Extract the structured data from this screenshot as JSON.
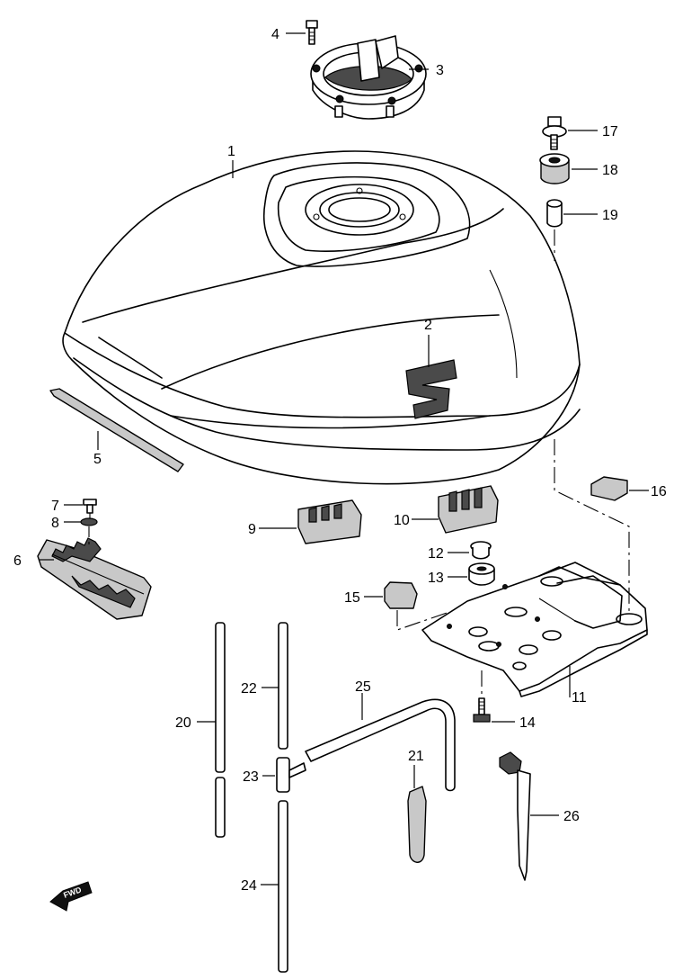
{
  "parts": [
    {
      "no": "1"
    },
    {
      "no": "2"
    },
    {
      "no": "3"
    },
    {
      "no": "4"
    },
    {
      "no": "5"
    },
    {
      "no": "6"
    },
    {
      "no": "7"
    },
    {
      "no": "8"
    },
    {
      "no": "9"
    },
    {
      "no": "10"
    },
    {
      "no": "11"
    },
    {
      "no": "12"
    },
    {
      "no": "13"
    },
    {
      "no": "14"
    },
    {
      "no": "15"
    },
    {
      "no": "16"
    },
    {
      "no": "17"
    },
    {
      "no": "18"
    },
    {
      "no": "19"
    },
    {
      "no": "20"
    },
    {
      "no": "21"
    },
    {
      "no": "22"
    },
    {
      "no": "23"
    },
    {
      "no": "24"
    },
    {
      "no": "25"
    },
    {
      "no": "26"
    }
  ],
  "direction_marker": {
    "label": "FWD"
  }
}
